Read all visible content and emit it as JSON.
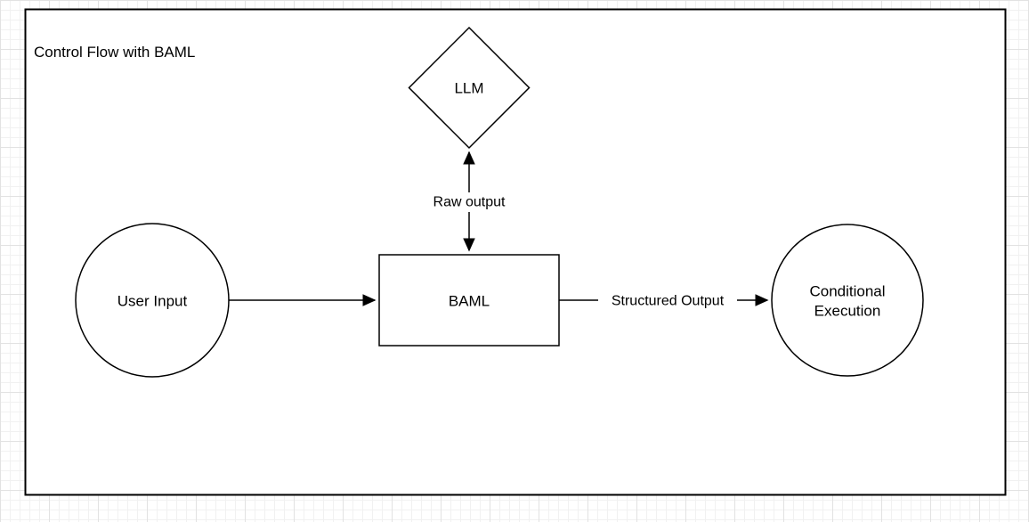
{
  "diagram": {
    "title": "Control Flow with BAML",
    "nodes": {
      "llm": {
        "shape": "diamond",
        "label": "LLM"
      },
      "user_input": {
        "shape": "circle",
        "label": "User Input"
      },
      "baml": {
        "shape": "rectangle",
        "label": "BAML"
      },
      "conditional_execution": {
        "shape": "circle",
        "lines": [
          "Conditional",
          "Execution"
        ]
      }
    },
    "edges": {
      "baml_llm": {
        "label": "Raw output",
        "direction": "bidirectional"
      },
      "user_input_to_baml": {
        "label": "",
        "direction": "right"
      },
      "baml_to_conditional": {
        "label": "Structured Output",
        "direction": "right"
      }
    },
    "colors": {
      "stroke": "#000000",
      "shape_fill": "#ffffff",
      "grid_minor": "#f1f1f1",
      "grid_major": "#e2e2e2"
    }
  }
}
